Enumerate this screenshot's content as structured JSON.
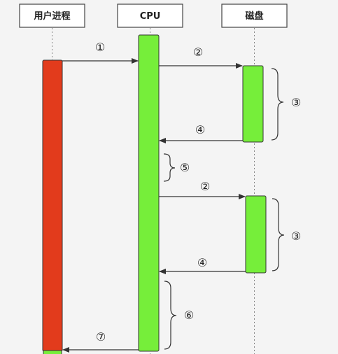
{
  "participants": {
    "user_process": "用户进程",
    "cpu": "CPU",
    "disk": "磁盘"
  },
  "steps": {
    "s1": "①",
    "s2a": "②",
    "s3a": "③",
    "s4a": "④",
    "s5": "⑤",
    "s2b": "②",
    "s3b": "③",
    "s4b": "④",
    "s6": "⑥",
    "s7": "⑦"
  },
  "colors": {
    "user_bar": "#e23b1c",
    "cpu_bar": "#76ee3a",
    "disk_bar": "#76ee3a"
  }
}
